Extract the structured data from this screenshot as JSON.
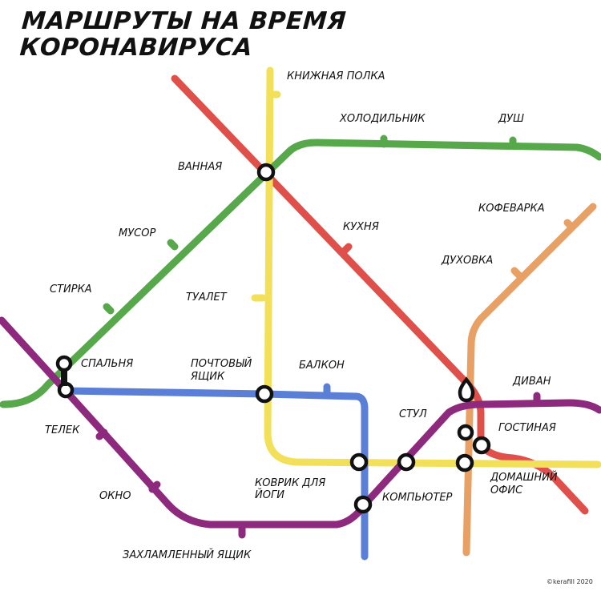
{
  "title": {
    "line1": "МАРШРУТЫ НА ВРЕМЯ",
    "line2": "КОРОНАВИРУСА"
  },
  "colors": {
    "red": "#e0504a",
    "yellow": "#f2e05a",
    "green": "#56a84a",
    "blue": "#5b7fd6",
    "purple": "#8e2a7e",
    "orange": "#e8a064",
    "station_outline": "#111111",
    "background": "#ffffff"
  },
  "lines": [
    {
      "name": "red",
      "stations": [
        "ВАННАЯ",
        "КУХНЯ",
        "ДИВАН",
        "ГОСТИНАЯ"
      ]
    },
    {
      "name": "yellow",
      "stations": [
        "КНИЖНАЯ ПОЛКА",
        "ВАННАЯ",
        "ТУАЛЕТ",
        "ПОЧТОВЫЙ ЯЩИК",
        "КОВРИК ДЛЯ ЙОГИ",
        "ДОМАШНИЙ ОФИС"
      ]
    },
    {
      "name": "green",
      "stations": [
        "СПАЛЬНЯ",
        "СТИРКА",
        "МУСОР",
        "ВАННАЯ",
        "ХОЛОДИЛЬНИК",
        "ДУШ"
      ]
    },
    {
      "name": "blue",
      "stations": [
        "ТЕЛЕК",
        "ПОЧТОВЫЙ ЯЩИК",
        "БАЛКОН",
        "КОВРИК ДЛЯ ЙОГИ",
        "КОМПЬЮТЕР"
      ]
    },
    {
      "name": "purple",
      "stations": [
        "СПАЛЬНЯ",
        "ТЕЛЕК",
        "ОКНО",
        "ЗАХЛАМЛЕННЫЙ ЯЩИК",
        "КОМПЬЮТЕР",
        "СТУЛ",
        "ДИВАН"
      ]
    },
    {
      "name": "orange",
      "stations": [
        "КОФЕВАРКА",
        "ДУХОВКА",
        "ДИВАН",
        "ГОСТИНАЯ",
        "ДОМАШНИЙ ОФИС"
      ]
    }
  ],
  "labels": {
    "knizhnaya_polka": "КНИЖНАЯ ПОЛКА",
    "holodilnik": "ХОЛОДИЛЬНИК",
    "dush": "ДУШ",
    "vannaya": "ВАННАЯ",
    "kofevarka": "КОФЕВАРКА",
    "kuhnya": "КУХНЯ",
    "musor": "МУСОР",
    "duhovka": "ДУХОВКА",
    "stirka": "СТИРКА",
    "tualet": "ТУАЛЕТ",
    "spalnya": "СПАЛЬНЯ",
    "pochtovyi_1": "ПОЧТОВЫЙ",
    "pochtovyi_2": "ЯЩИК",
    "balkon": "БАЛКОН",
    "divan": "ДИВАН",
    "telek": "ТЕЛЕК",
    "stul": "СТУЛ",
    "gostinaya": "ГОСТИНАЯ",
    "kovrik_1": "КОВРИК ДЛЯ",
    "kovrik_2": "ЙОГИ",
    "kompyuter": "КОМПЬЮТЕР",
    "domashniy_1": "ДОМАШНИЙ",
    "domashniy_2": "ОФИС",
    "okno": "ОКНО",
    "zahlamlennyi": "ЗАХЛАМЛЕННЫЙ ЯЩИК"
  },
  "credit": "©kerafill 2020"
}
